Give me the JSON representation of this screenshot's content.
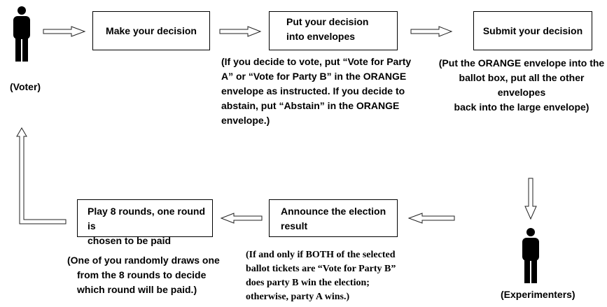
{
  "actors": {
    "voter": "(Voter)",
    "experimenters": "(Experimenters)"
  },
  "steps": {
    "make_decision": "Make your decision",
    "put_decision_line1": "Put your decision",
    "put_decision_line2": "into envelopes",
    "submit_decision": "Submit your decision",
    "announce_line1": "Announce the election",
    "announce_line2": "result",
    "play_line1": "Play 8 rounds, one round is",
    "play_line2": "chosen to be paid"
  },
  "notes": {
    "envelopes": [
      "(If you decide to vote, put “Vote for Party",
      "A” or “Vote for Party B” in the ORANGE",
      "envelope as instructed. If you decide to",
      "abstain, put “Abstain” in the ORANGE",
      "envelope.)"
    ],
    "submit": [
      "(Put the ORANGE envelope into the",
      "ballot box, put all the other envelopes",
      "back into the large envelope)"
    ],
    "announce": [
      "(If and only if BOTH of the selected",
      "ballot tickets are “Vote for Party B”",
      "does party B win the election;",
      "otherwise, party A wins.)"
    ],
    "play": [
      "(One of you randomly draws one",
      "from the 8 rounds to decide",
      "which round will be paid.)"
    ]
  }
}
